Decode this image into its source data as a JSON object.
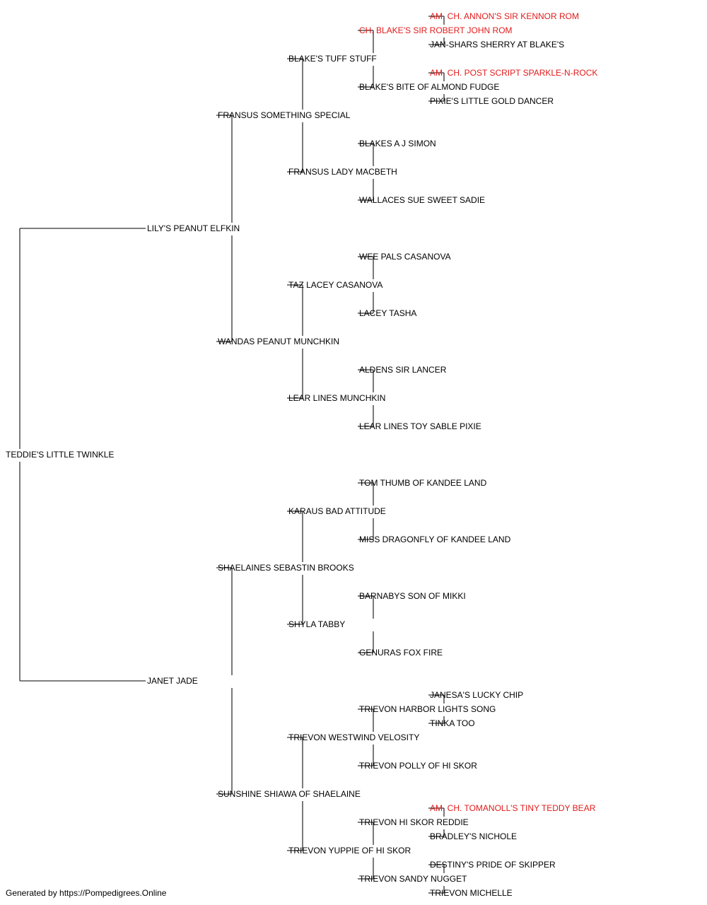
{
  "colors": {
    "normal": "#000000",
    "champion": "#e21b1b",
    "line": "#333333"
  },
  "pedigree": {
    "name": "TEDDIE'S LITTLE TWINKLE",
    "sire": {
      "name": "LILY'S PEANUT ELFKIN",
      "sire": {
        "name": "FRANSUS SOMETHING SPECIAL",
        "sire": {
          "name": "BLAKE'S TUFF STUFF",
          "sire": {
            "name": "CH. BLAKE'S SIR ROBERT JOHN ROM",
            "champion": true,
            "sire": {
              "name": "AM. CH. ANNON'S SIR KENNOR ROM",
              "champion": true
            },
            "dam": {
              "name": "JAN-SHARS SHERRY AT BLAKE'S"
            }
          },
          "dam": {
            "name": "BLAKE'S BITE OF ALMOND FUDGE",
            "sire": {
              "name": "AM. CH. POST SCRIPT SPARKLE-N-ROCK",
              "champion": true
            },
            "dam": {
              "name": "PIXIE'S LITTLE GOLD DANCER"
            }
          }
        },
        "dam": {
          "name": "FRANSUS LADY MACBETH",
          "sire": {
            "name": "BLAKES A J SIMON"
          },
          "dam": {
            "name": "WALLACES SUE SWEET SADIE"
          }
        }
      },
      "dam": {
        "name": "WANDAS PEANUT MUNCHKIN",
        "sire": {
          "name": "TAZ LACEY CASANOVA",
          "sire": {
            "name": "WEE PALS CASANOVA"
          },
          "dam": {
            "name": "LACEY TASHA"
          }
        },
        "dam": {
          "name": "LEAR LINES MUNCHKIN",
          "sire": {
            "name": "ALDENS SIR LANCER"
          },
          "dam": {
            "name": "LEAR LINES TOY SABLE PIXIE"
          }
        }
      }
    },
    "dam": {
      "name": "JANET JADE",
      "sire": {
        "name": "SHAELAINES SEBASTIN BROOKS",
        "sire": {
          "name": "KARAUS BAD ATTITUDE",
          "sire": {
            "name": "TOM THUMB OF KANDEE LAND"
          },
          "dam": {
            "name": "MISS DRAGONFLY OF KANDEE LAND"
          }
        },
        "dam": {
          "name": "SHYLA TABBY",
          "sire": {
            "name": "BARNABYS SON OF MIKKI"
          },
          "dam": {
            "name": "GENURAS FOX FIRE"
          }
        }
      },
      "dam": {
        "name": "SUNSHINE SHIAWA OF SHAELAINE",
        "sire": {
          "name": "TRIEVON WESTWIND VELOSITY",
          "sire": {
            "name": "TRIEVON HARBOR LIGHTS SONG",
            "sire": {
              "name": "JANESA'S LUCKY CHIP"
            },
            "dam": {
              "name": "TINKA TOO"
            }
          },
          "dam": {
            "name": "TRIEVON POLLY OF HI SKOR"
          }
        },
        "dam": {
          "name": "TRIEVON YUPPIE OF HI SKOR",
          "sire": {
            "name": "TRIEVON HI SKOR REDDIE",
            "sire": {
              "name": "AM. CH. TOMANOLL'S TINY TEDDY BEAR",
              "champion": true
            },
            "dam": {
              "name": "BRADLEY'S NICHOLE"
            }
          },
          "dam": {
            "name": "TRIEVON SANDY NUGGET",
            "sire": {
              "name": "DESTINY'S PRIDE OF SKIPPER"
            },
            "dam": {
              "name": "TRIEVON MICHELLE"
            }
          }
        }
      }
    }
  },
  "footer": "Generated by https://Pompedigrees.Online"
}
